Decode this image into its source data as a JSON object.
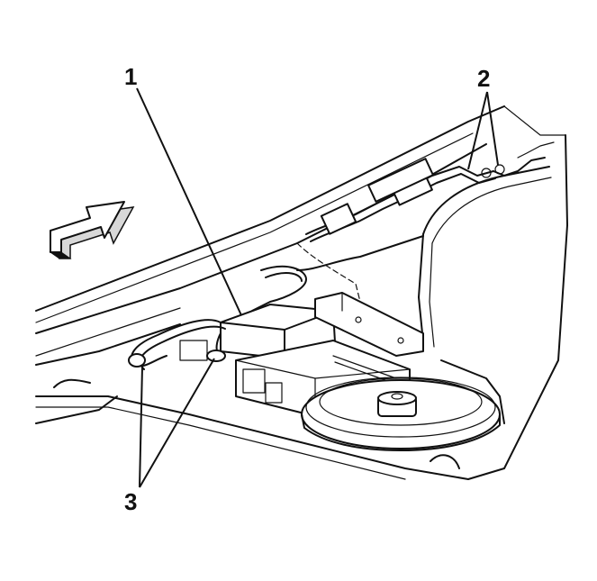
{
  "diagram": {
    "callouts": [
      {
        "id": "c1",
        "label": "1"
      },
      {
        "id": "c2",
        "label": "2"
      },
      {
        "id": "c3",
        "label": "3"
      }
    ],
    "colors": {
      "ink": "#111111",
      "paper": "#ffffff",
      "shade": "#d8d8d8"
    },
    "icons": {
      "direction_arrow": "forward-arrow-icon"
    }
  }
}
